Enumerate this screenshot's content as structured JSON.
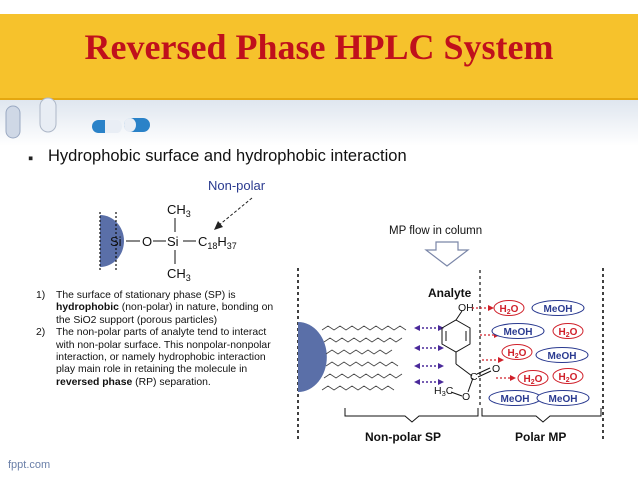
{
  "slide": {
    "title": "Reversed Phase HPLC System",
    "bullet": "Hydrophobic surface and hydrophobic interaction",
    "footer": "fppt.com"
  },
  "structure": {
    "nonpolar_label": "Non-polar",
    "si1": "Si",
    "o": "O",
    "si2": "Si",
    "ch3_top": "CH",
    "ch3_top_sub": "3",
    "ch3_bottom": "CH",
    "ch3_bottom_sub": "3",
    "chain_c": "C",
    "chain_sub1": "18",
    "chain_h": "H",
    "chain_sub2": "37"
  },
  "notes": [
    {
      "num": "1)",
      "pre": "The surface of stationary phase (SP) is ",
      "bold": "hydrophobic",
      "post": " (non-polar) in nature, bonding on the SiO2 support (porous particles)"
    },
    {
      "num": "2)",
      "pre": "The non-polar parts of analyte tend to interact with non-polar surface. This nonpolar-nonpolar interaction, or namely hydrophobic interaction play main role in retaining the molecule in ",
      "bold": "reversed phase",
      "post": " (RP) separation."
    }
  ],
  "column": {
    "flow_label": "MP flow in column",
    "analyte_label": "Analyte",
    "sp_label": "Non-polar SP",
    "mp_label": "Polar MP",
    "oh": "OH",
    "c": "C",
    "o_dbl": "O",
    "h3c": "H",
    "h3c_sub": "3",
    "h3c_c": "C",
    "o_ether": "O",
    "solvents": [
      {
        "text": "H",
        "sub": "2",
        "tail": "O"
      },
      {
        "text": "MeOH",
        "sub": "",
        "tail": ""
      },
      {
        "text": "MeOH",
        "sub": "",
        "tail": ""
      },
      {
        "text": "H",
        "sub": "2",
        "tail": "O"
      },
      {
        "text": "H",
        "sub": "2",
        "tail": "O"
      },
      {
        "text": "MeOH",
        "sub": "",
        "tail": ""
      },
      {
        "text": "H",
        "sub": "2",
        "tail": "O"
      },
      {
        "text": "H",
        "sub": "2",
        "tail": "O"
      },
      {
        "text": "MeOH",
        "sub": "",
        "tail": ""
      },
      {
        "text": "MeOH",
        "sub": "",
        "tail": ""
      }
    ]
  },
  "colors": {
    "banner": "#f6c22c",
    "title": "#c0101c",
    "stationary": "#5a6fa8",
    "arrow_purple": "#4a2a9a",
    "arrow_red": "#d0202a",
    "oval_red": "#d0202a",
    "oval_blue": "#2a3a90"
  }
}
